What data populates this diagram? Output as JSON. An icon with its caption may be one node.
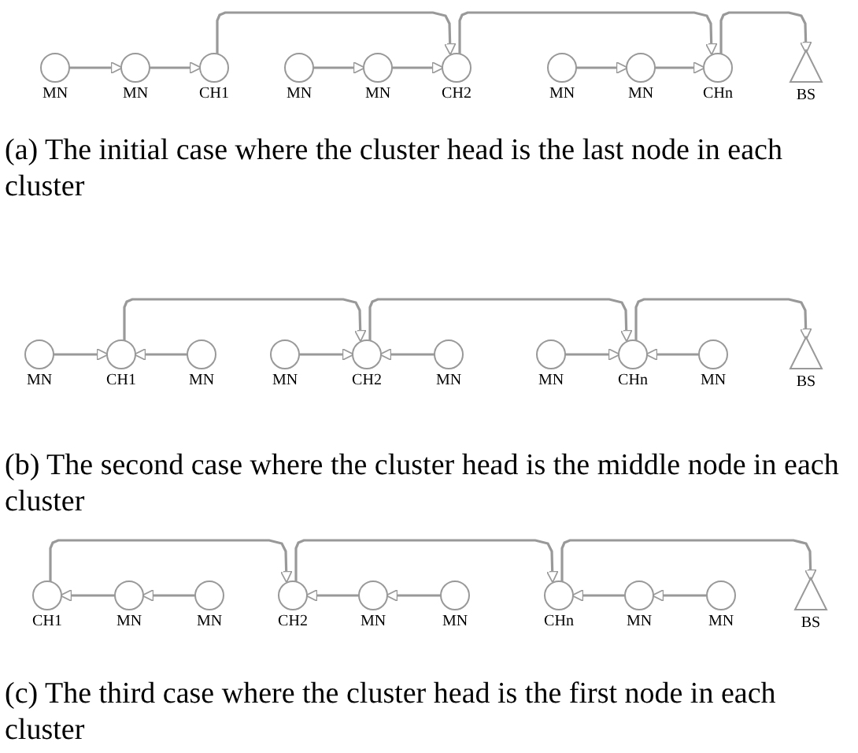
{
  "diagram": {
    "nodes": [
      {
        "text": [
          "MN"
        ]
      },
      {
        "text": [
          "MN"
        ]
      },
      {
        "text": [
          "CH1"
        ]
      },
      {
        "text": [
          "MN"
        ]
      },
      {
        "text": [
          "MN"
        ]
      },
      {
        "text": [
          "CH2"
        ]
      },
      {
        "text": [
          "MN"
        ]
      },
      {
        "text": [
          "MN"
        ]
      },
      {
        "text": [
          "CHn"
        ]
      },
      {
        "text": [
          "BS"
        ]
      },
      {
        "text": [
          "MN"
        ]
      },
      {
        "text": [
          "CH1"
        ]
      },
      {
        "text": [
          "MN"
        ]
      },
      {
        "text": [
          "MN"
        ]
      },
      {
        "text": [
          "CH2"
        ]
      },
      {
        "text": [
          "MN"
        ]
      },
      {
        "text": [
          "MN"
        ]
      },
      {
        "text": [
          "CHn"
        ]
      },
      {
        "text": [
          "MN"
        ]
      },
      {
        "text": [
          "BS"
        ]
      },
      {
        "text": [
          "CH1"
        ]
      },
      {
        "text": [
          "MN"
        ]
      },
      {
        "text": [
          "MN"
        ]
      },
      {
        "text": [
          "CH2"
        ]
      },
      {
        "text": [
          "MN"
        ]
      },
      {
        "text": [
          "MN"
        ]
      },
      {
        "text": [
          "CHn"
        ]
      },
      {
        "text": [
          "MN"
        ]
      },
      {
        "text": [
          "MN"
        ]
      },
      {
        "text": [
          "BS"
        ]
      }
    ],
    "edges": [
      {
        "from": 0,
        "to": 1,
        "arrow": "to"
      },
      {
        "from": 1,
        "to": 2,
        "arrow": "to"
      },
      {
        "from": 2,
        "to": 5,
        "arrow": "to"
      },
      {
        "from": 3,
        "to": 4,
        "arrow": "to"
      },
      {
        "from": 4,
        "to": 5,
        "arrow": "to"
      },
      {
        "from": 5,
        "to": 8,
        "arrow": "to"
      },
      {
        "from": 6,
        "to": 7,
        "arrow": "to"
      },
      {
        "from": 7,
        "to": 8,
        "arrow": "to"
      },
      {
        "from": 8,
        "to": 9,
        "arrow": "to"
      },
      {
        "from": 10,
        "to": 11,
        "arrow": "to"
      },
      {
        "from": 12,
        "to": 11,
        "arrow": "to"
      },
      {
        "from": 11,
        "to": 14,
        "arrow": "to"
      },
      {
        "from": 13,
        "to": 14,
        "arrow": "to"
      },
      {
        "from": 15,
        "to": 14,
        "arrow": "to"
      },
      {
        "from": 14,
        "to": 17,
        "arrow": "to"
      },
      {
        "from": 16,
        "to": 17,
        "arrow": "to"
      },
      {
        "from": 18,
        "to": 17,
        "arrow": "to"
      },
      {
        "from": 17,
        "to": 19,
        "arrow": "to"
      },
      {
        "from": 21,
        "to": 20,
        "arrow": "to"
      },
      {
        "from": 22,
        "to": 21,
        "arrow": "to"
      },
      {
        "from": 20,
        "to": 23,
        "arrow": "to"
      },
      {
        "from": 24,
        "to": 23,
        "arrow": "to"
      },
      {
        "from": 25,
        "to": 24,
        "arrow": "to"
      },
      {
        "from": 23,
        "to": 26,
        "arrow": "to"
      },
      {
        "from": 27,
        "to": 26,
        "arrow": "to"
      },
      {
        "from": 28,
        "to": 27,
        "arrow": "to"
      },
      {
        "from": 26,
        "to": 29,
        "arrow": "to"
      }
    ],
    "labels": [
      "(a) The initial case where the cluster head is the last node in each cluster",
      "(b) The second case where the cluster head is the middle node in each cluster",
      "(c) The third case where the cluster head is the first node in each cluster"
    ]
  }
}
